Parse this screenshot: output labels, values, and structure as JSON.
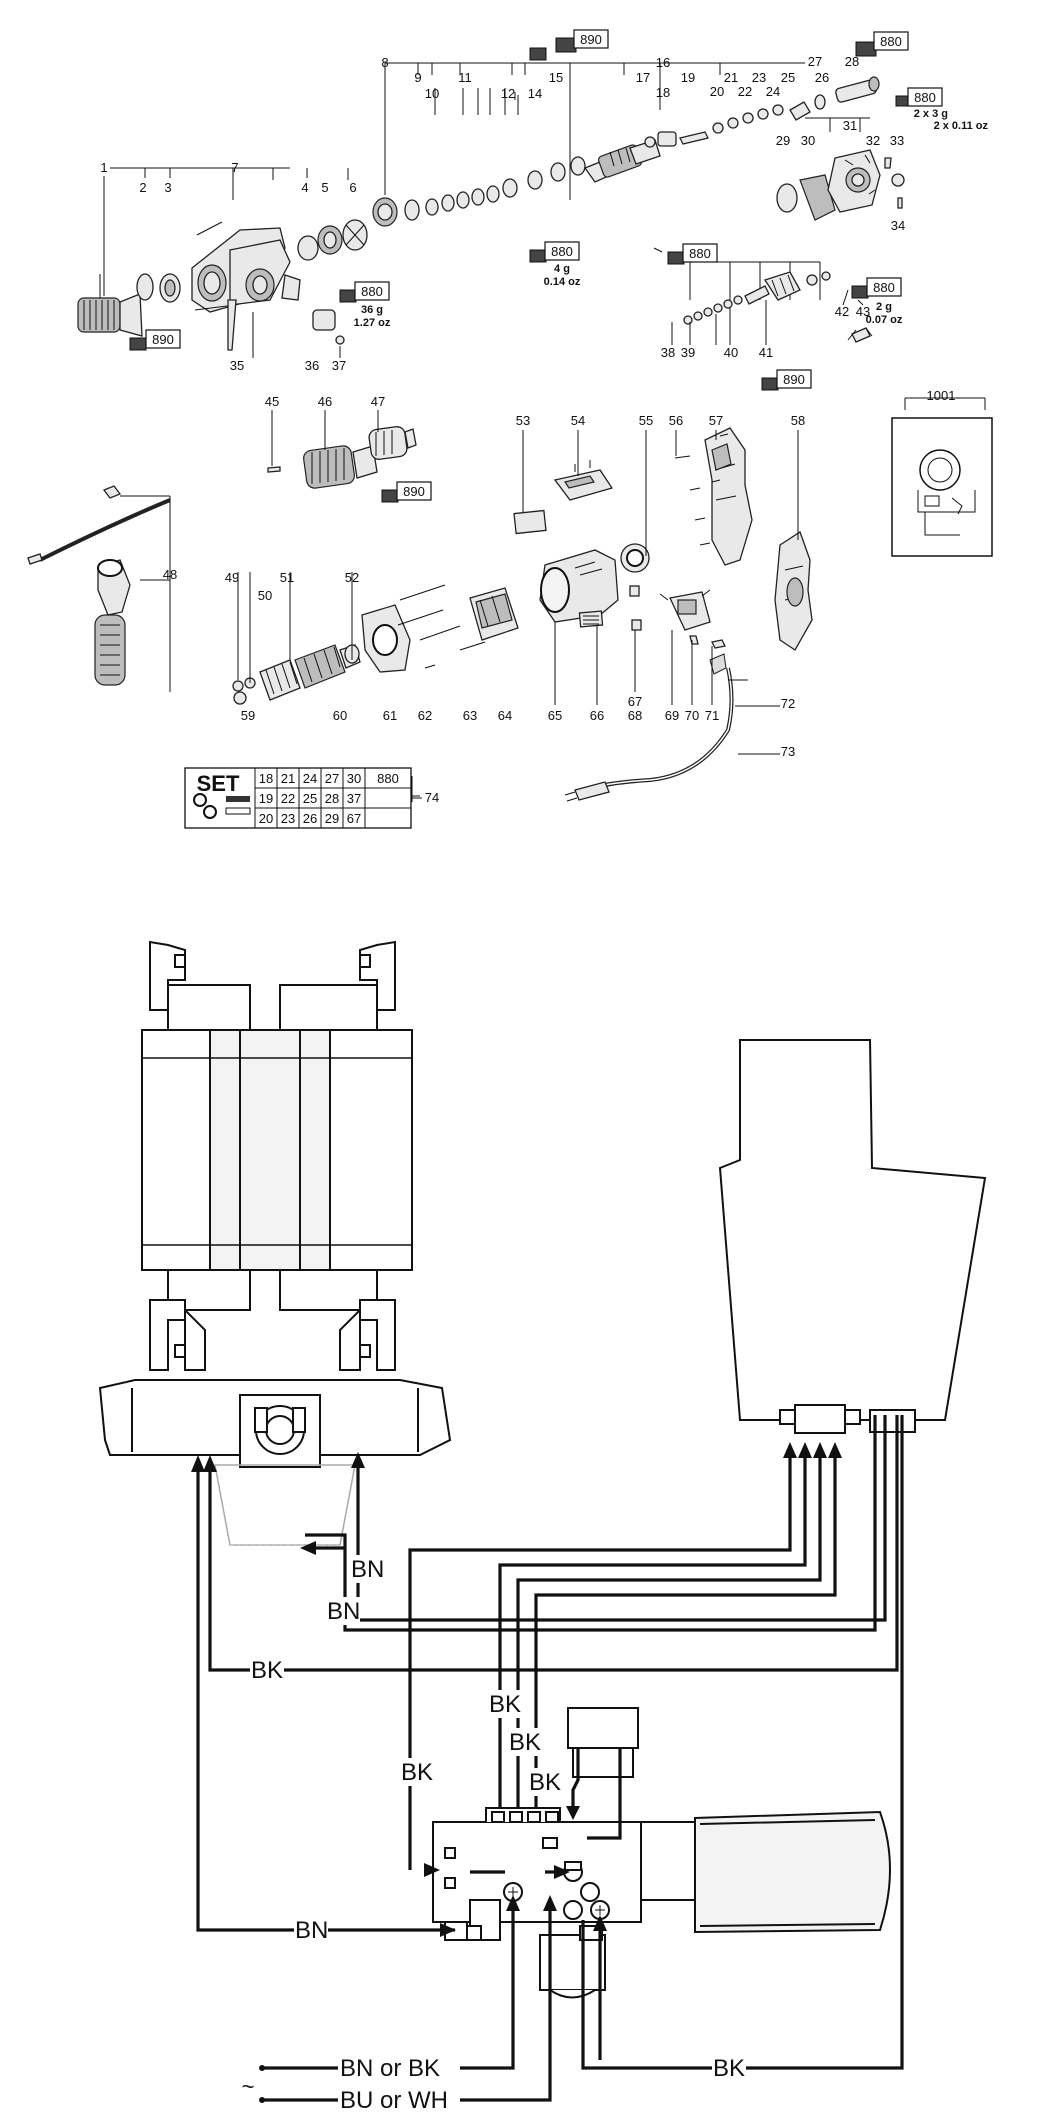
{
  "exploded_view": {
    "part_numbers": [
      "1",
      "2",
      "3",
      "4",
      "5",
      "6",
      "7",
      "8",
      "9",
      "10",
      "11",
      "12",
      "14",
      "15",
      "16",
      "17",
      "18",
      "19",
      "20",
      "21",
      "22",
      "23",
      "24",
      "25",
      "26",
      "27",
      "28",
      "29",
      "30",
      "31",
      "32",
      "33",
      "34",
      "35",
      "36",
      "37",
      "38",
      "39",
      "40",
      "41",
      "42",
      "43",
      "45",
      "46",
      "47",
      "48",
      "49",
      "50",
      "51",
      "52",
      "53",
      "54",
      "55",
      "56",
      "57",
      "58",
      "59",
      "60",
      "61",
      "62",
      "63",
      "64",
      "65",
      "66",
      "67",
      "68",
      "69",
      "70",
      "71",
      "72",
      "73",
      "74",
      "1001"
    ],
    "lubricant_tubes": [
      "890",
      "880",
      "880",
      "880",
      "880",
      "890",
      "880",
      "880",
      "880",
      "890",
      "890"
    ],
    "amounts": {
      "a36g": "36 g",
      "a127oz": "1.27 oz",
      "a4g": "4 g",
      "a014oz": "0.14 oz",
      "a2x3g": "2 x 3 g",
      "a2x011oz": "2 x 0.11 oz",
      "a2g": "2 g",
      "a007oz": "0.07 oz"
    },
    "set_box": {
      "title": "SET",
      "rows": [
        [
          "18",
          "21",
          "24",
          "27",
          "30",
          "880"
        ],
        [
          "19",
          "22",
          "25",
          "28",
          "37",
          ""
        ],
        [
          "20",
          "23",
          "26",
          "29",
          "67",
          ""
        ]
      ]
    }
  },
  "wiring": {
    "labels": {
      "bn_a": "BN",
      "bn_b": "BN",
      "bk_a": "BK",
      "bk_b": "BK",
      "bk_c": "BK",
      "bk_d": "BK",
      "bk_e": "BK",
      "bn_c": "BN",
      "bn_or_bk": "BN or BK",
      "bu_or_wh": "BU or WH",
      "bk_f": "BK"
    },
    "ac_symbol": "~"
  }
}
